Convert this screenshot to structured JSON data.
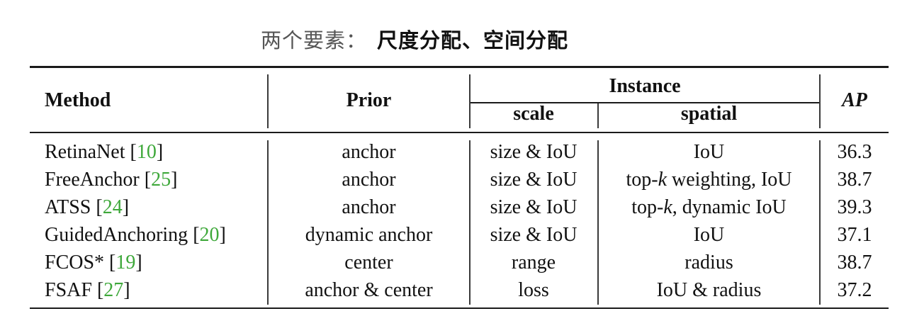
{
  "title": {
    "prefix": "两个要素：",
    "emphasis": "尺度分配、空间分配"
  },
  "table": {
    "headers": {
      "method": "Method",
      "prior": "Prior",
      "instance": "Instance",
      "scale": "scale",
      "spatial": "spatial",
      "ap": "AP"
    },
    "rows": [
      {
        "method": "RetinaNet",
        "ref": "10",
        "prior": "anchor",
        "scale": "size & IoU",
        "spatial_pre": "IoU",
        "spatial_k": "",
        "spatial_post": "",
        "ap": "36.3"
      },
      {
        "method": "FreeAnchor",
        "ref": "25",
        "prior": "anchor",
        "scale": "size & IoU",
        "spatial_pre": "top-",
        "spatial_k": "k",
        "spatial_post": " weighting, IoU",
        "ap": "38.7"
      },
      {
        "method": "ATSS",
        "ref": "24",
        "prior": "anchor",
        "scale": "size & IoU",
        "spatial_pre": "top-",
        "spatial_k": "k",
        "spatial_post": ", dynamic IoU",
        "ap": "39.3"
      },
      {
        "method": "GuidedAnchoring",
        "ref": "20",
        "prior": "dynamic anchor",
        "scale": "size & IoU",
        "spatial_pre": "IoU",
        "spatial_k": "",
        "spatial_post": "",
        "ap": "37.1"
      },
      {
        "method": "FCOS*",
        "ref": "19",
        "prior": "center",
        "scale": "range",
        "spatial_pre": "radius",
        "spatial_k": "",
        "spatial_post": "",
        "ap": "38.7"
      },
      {
        "method": "FSAF",
        "ref": "27",
        "prior": "anchor & center",
        "scale": "loss",
        "spatial_pre": "IoU & radius",
        "spatial_k": "",
        "spatial_post": "",
        "ap": "37.2"
      }
    ]
  },
  "colors": {
    "reference": "#3ea83a",
    "text": "#111111",
    "title_prefix": "#555555"
  }
}
